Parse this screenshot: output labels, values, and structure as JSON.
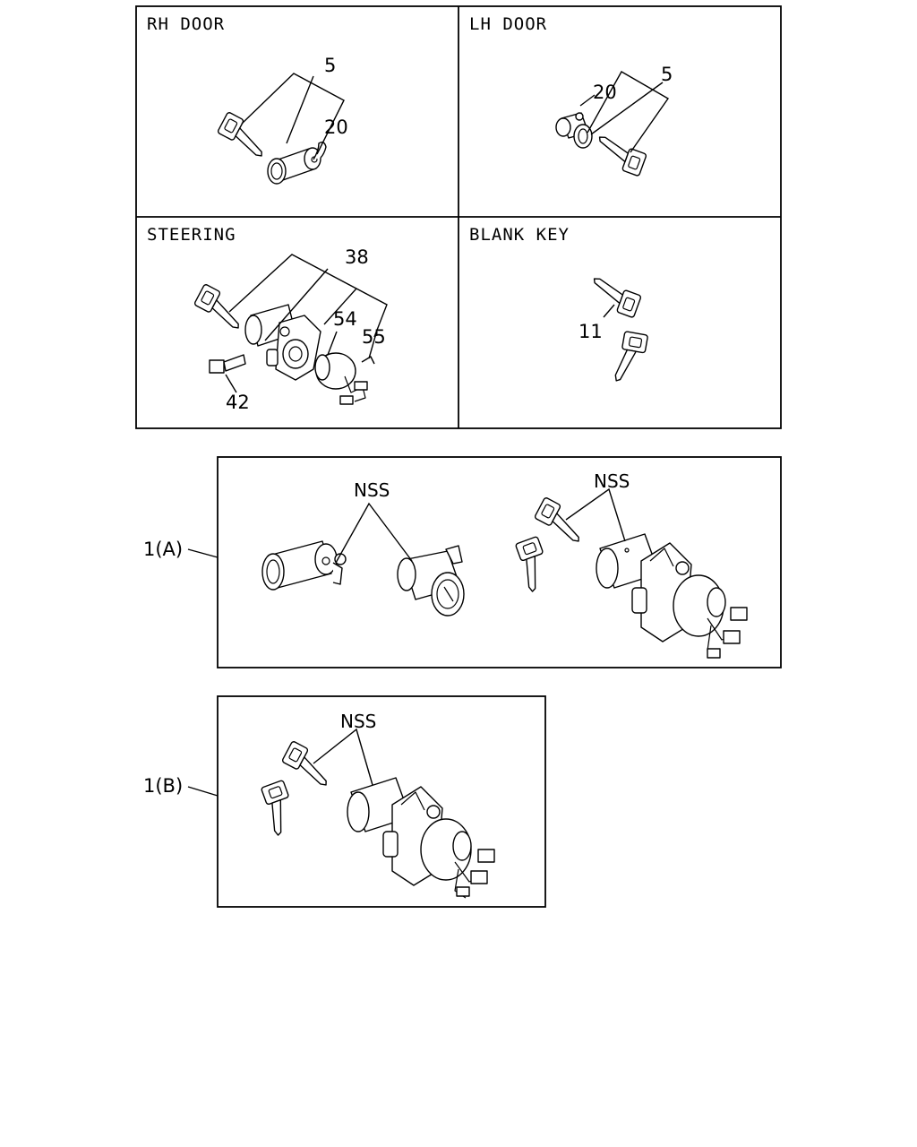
{
  "panels": {
    "rh_door": {
      "title": "RH DOOR",
      "callouts": [
        "5",
        "20"
      ]
    },
    "lh_door": {
      "title": "LH DOOR",
      "callouts": [
        "20",
        "5"
      ]
    },
    "steering": {
      "title": "STEERING",
      "callouts": [
        "38",
        "54",
        "55",
        "42"
      ]
    },
    "blank_key": {
      "title": "BLANK KEY",
      "callouts": [
        "11"
      ]
    }
  },
  "set_a": {
    "label": "1(A)",
    "nss_left": "NSS",
    "nss_right": "NSS"
  },
  "set_b": {
    "label": "1(B)",
    "nss": "NSS"
  }
}
